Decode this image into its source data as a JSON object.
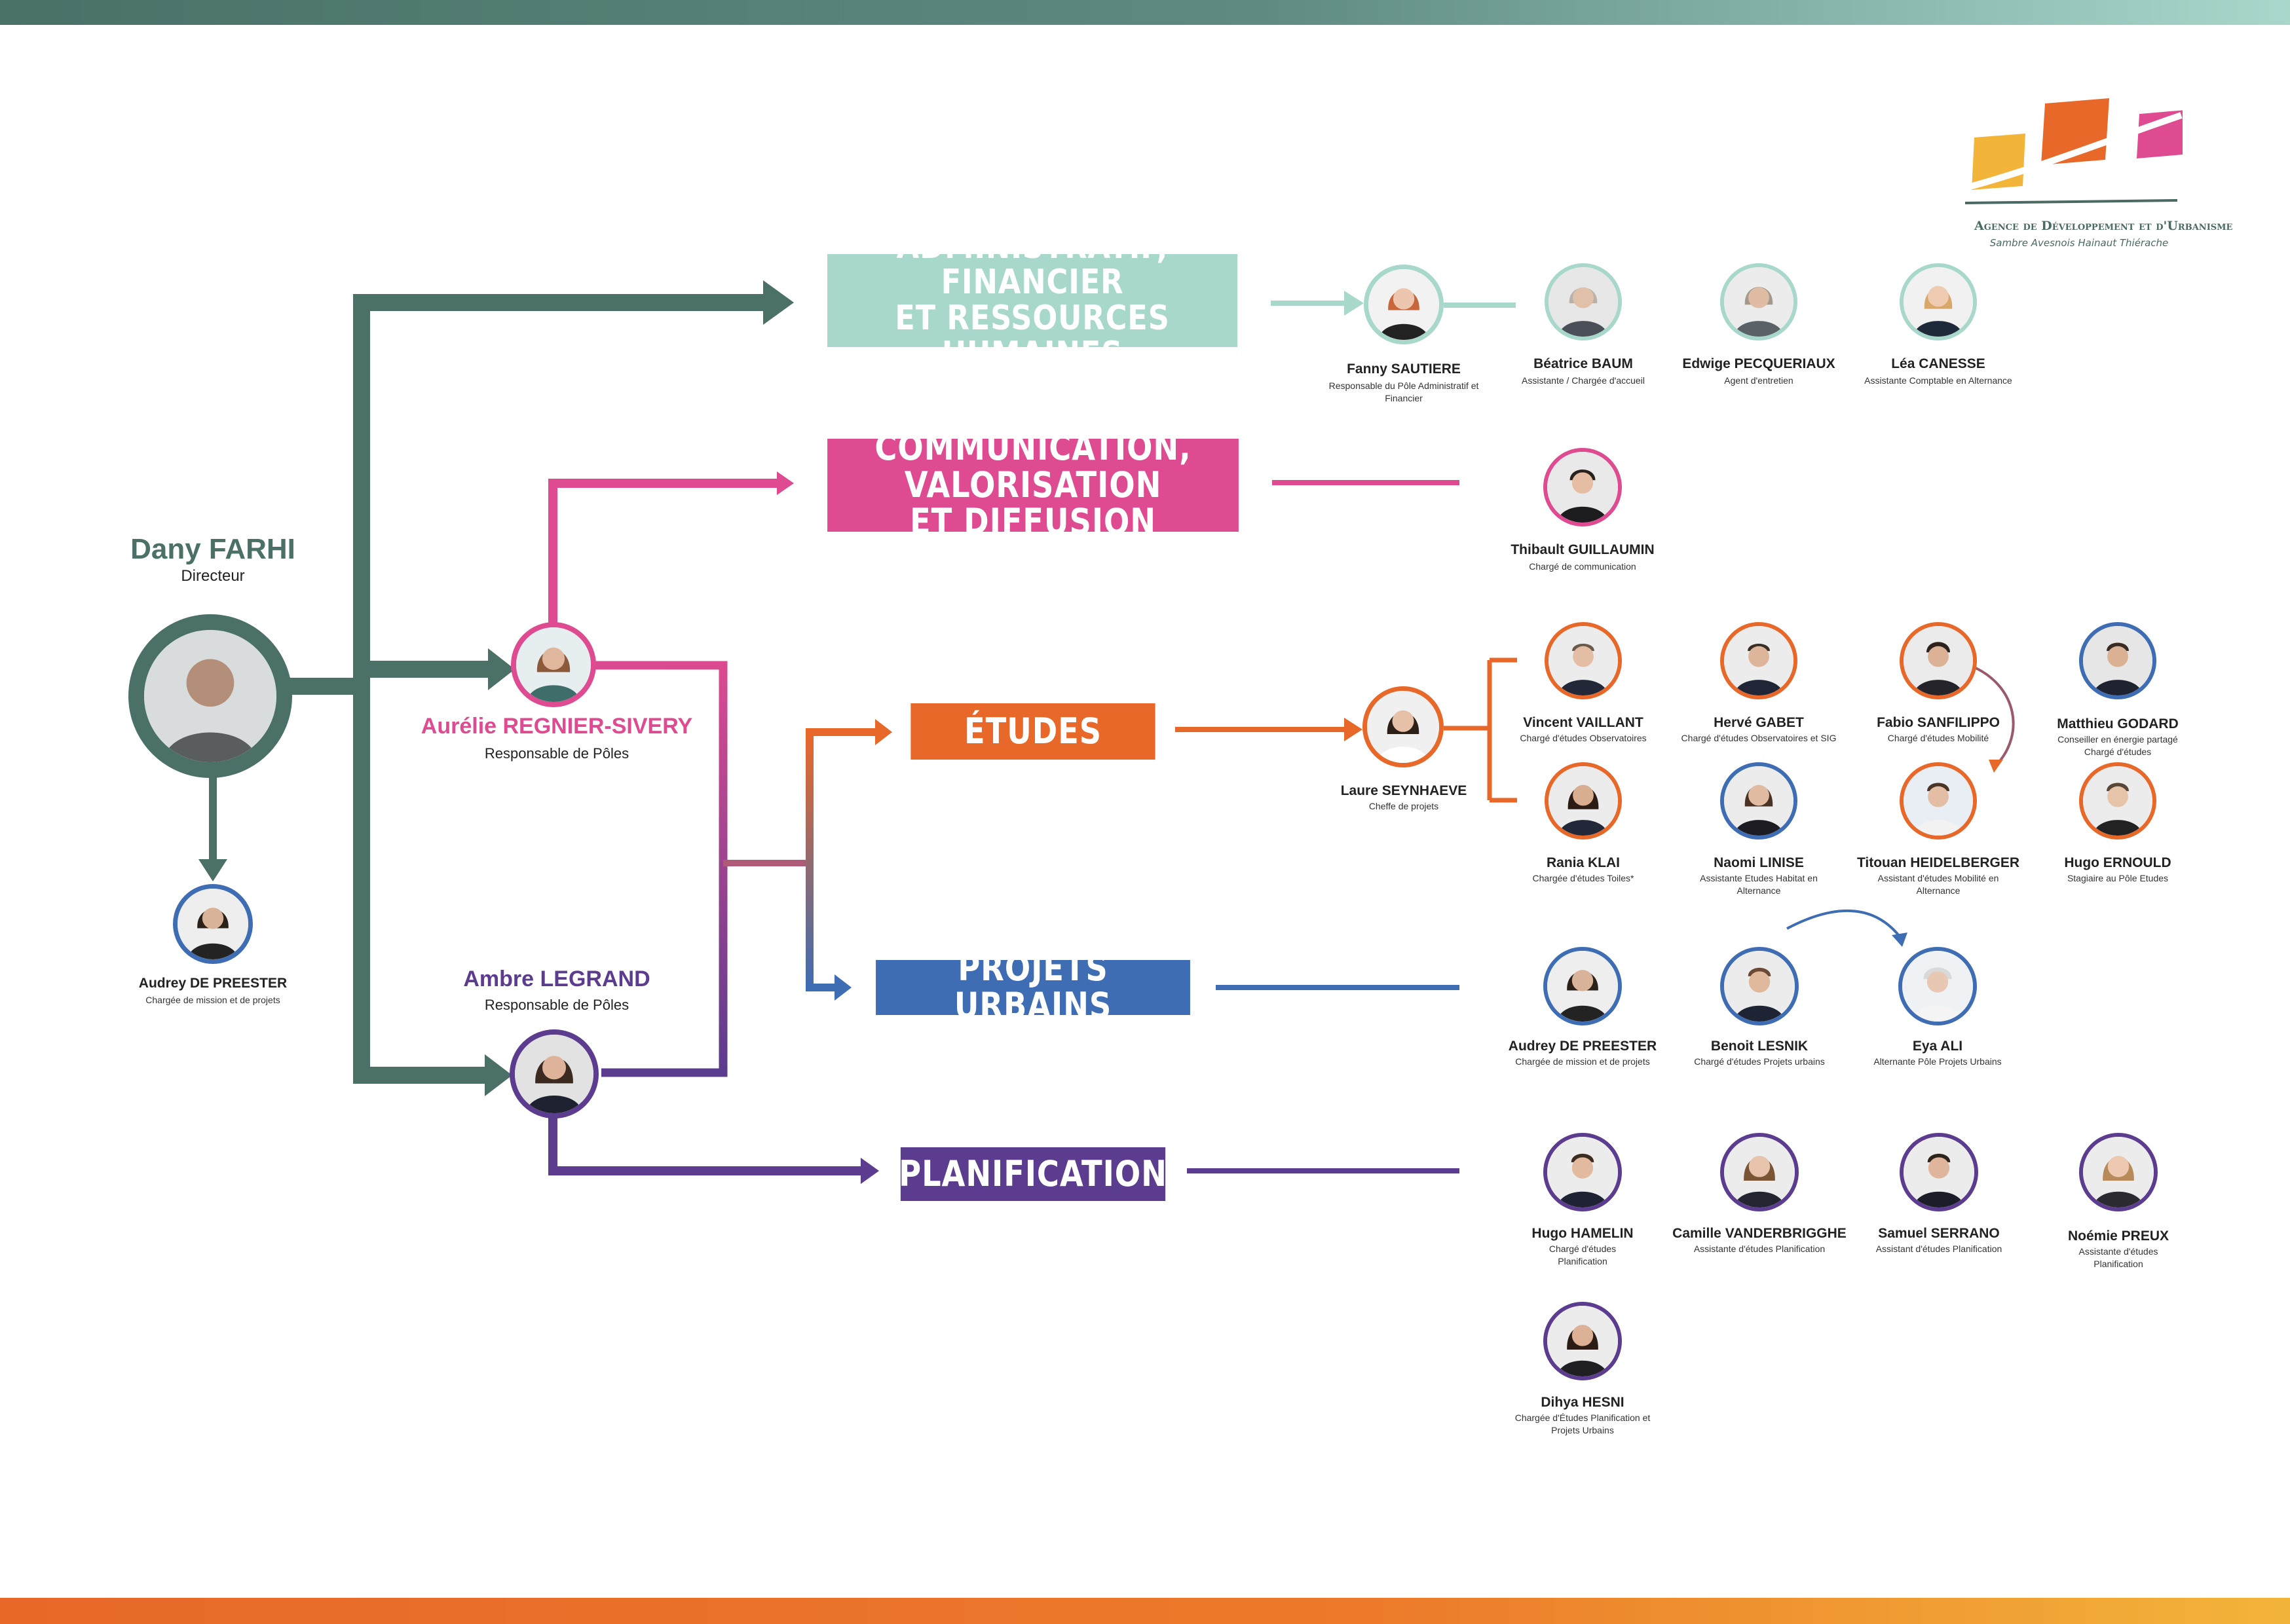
{
  "colors": {
    "director": "#4b7068",
    "admin": "#a7d8cb",
    "communication": "#de4b91",
    "etudes": "#e8682a",
    "projets": "#3f6db3",
    "planification": "#5b3c8e"
  },
  "logo": {
    "title": "Agence de Développement et d'Urbanisme",
    "subtitle": "Sambre Avesnois Hainaut Thiérache"
  },
  "director": {
    "name": "Dany FARHI",
    "role": "Directeur"
  },
  "assistant": {
    "name": "Audrey DE PREESTER",
    "role": "Chargée de mission et de projets"
  },
  "managers": [
    {
      "name": "Aurélie REGNIER-SIVERY",
      "role": "Responsable de Pôles"
    },
    {
      "name": "Ambre LEGRAND",
      "role": "Responsable de Pôles"
    }
  ],
  "poles": {
    "admin": [
      "ADMINISTRATIF, FINANCIER",
      "ET RESSOURCES HUMAINES"
    ],
    "communication": [
      "COMMUNICATION, VALORISATION",
      "ET DIFFUSION"
    ],
    "etudes": [
      "ÉTUDES"
    ],
    "projets": [
      "PROJETS URBAINS"
    ],
    "planification": [
      "PLANIFICATION"
    ]
  },
  "leads": [
    {
      "name": "Fanny SAUTIERE",
      "role": "Responsable du Pôle Administratif et Financier"
    },
    {
      "name": "Laure SEYNHAEVE",
      "role": "Cheffe de projets"
    }
  ],
  "admin_staff": [
    {
      "name": "Béatrice BAUM",
      "role": "Assistante / Chargée d'accueil"
    },
    {
      "name": "Edwige PECQUERIAUX",
      "role": "Agent d'entretien"
    },
    {
      "name": "Léa CANESSE",
      "role": "Assistante Comptable en Alternance"
    }
  ],
  "comm_staff": [
    {
      "name": "Thibault GUILLAUMIN",
      "role": "Chargé de communication"
    }
  ],
  "etudes_staff": [
    {
      "name": "Vincent VAILLANT",
      "role": "Chargé d'études Observatoires"
    },
    {
      "name": "Hervé GABET",
      "role": "Chargé d'études Observatoires et SIG"
    },
    {
      "name": "Fabio SANFILIPPO",
      "role": "Chargé d'études Mobilité"
    },
    {
      "name": "Matthieu GODARD",
      "role": "Conseiller en énergie partagé Chargé d'études"
    },
    {
      "name": "Rania KLAI",
      "role": "Chargée d'études Toiles*"
    },
    {
      "name": "Naomi LINISE",
      "role": "Assistante Etudes Habitat en Alternance"
    },
    {
      "name": "Titouan HEIDELBERGER",
      "role": "Assistant d'études Mobilité en Alternance"
    },
    {
      "name": "Hugo ERNOULD",
      "role": "Stagiaire au Pôle Etudes"
    }
  ],
  "projets_staff": [
    {
      "name": "Audrey DE PREESTER",
      "role": "Chargée de mission et de projets"
    },
    {
      "name": "Benoit LESNIK",
      "role": "Chargé d'études Projets urbains"
    },
    {
      "name": "Eya ALI",
      "role": "Alternante Pôle Projets Urbains"
    }
  ],
  "plan_staff": [
    {
      "name": "Hugo HAMELIN",
      "role": "Chargé d'études Planification"
    },
    {
      "name": "Camille VANDERBRIGGHE",
      "role": "Assistante d'études Planification"
    },
    {
      "name": "Samuel SERRANO",
      "role": "Assistant d'études Planification"
    },
    {
      "name": "Noémie PREUX",
      "role": "Assistante d'études Planification"
    },
    {
      "name": "Dihya HESNI",
      "role": "Chargée d'Études Planification et Projets Urbains"
    }
  ]
}
